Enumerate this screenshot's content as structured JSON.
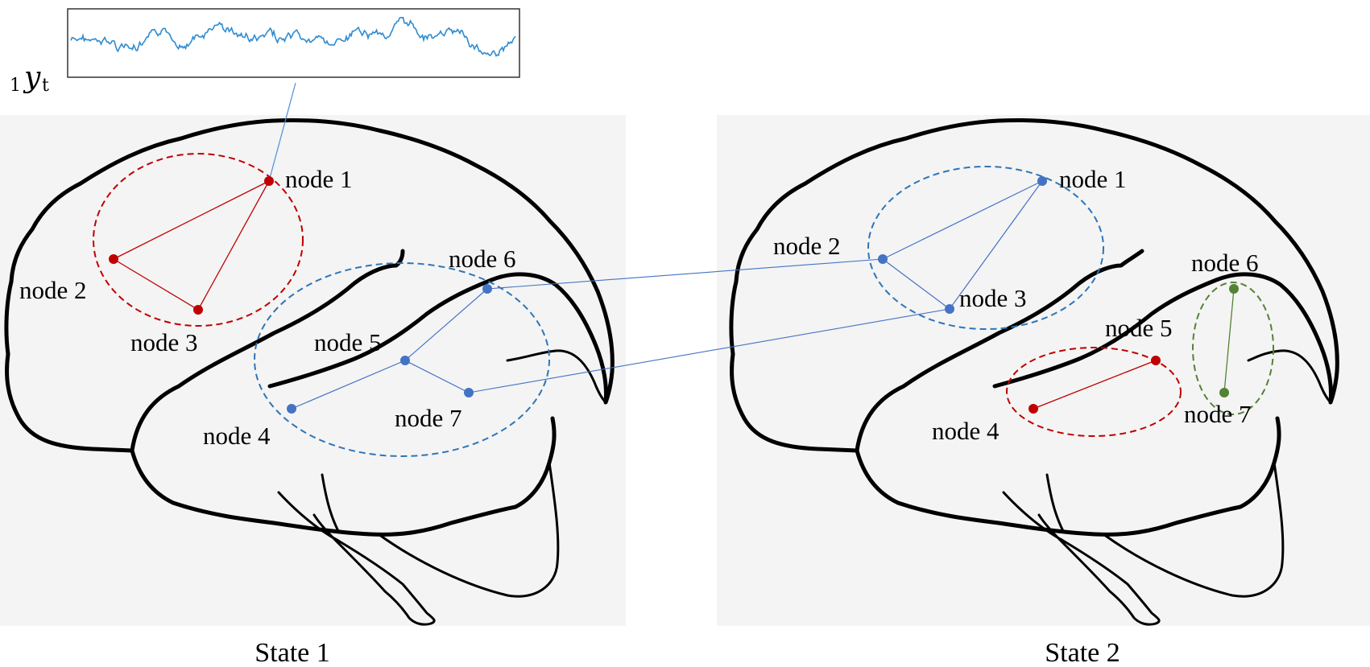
{
  "colors": {
    "red": "#c00000",
    "blue": "#4472c4",
    "dashed_blue": "#2e75b6",
    "green": "#548235",
    "signal": "#2e8bd0",
    "panel_bg": "#f4f4f4"
  },
  "signal": {
    "label_sub": "1",
    "label_main": "y",
    "label_subscript": "t"
  },
  "states": [
    {
      "caption": "State 1"
    },
    {
      "caption": "State 2"
    }
  ],
  "node_labels": {
    "n1": "node 1",
    "n2": "node 2",
    "n3": "node 3",
    "n4": "node 4",
    "n5": "node 5",
    "n6": "node 6",
    "n7": "node 7"
  }
}
